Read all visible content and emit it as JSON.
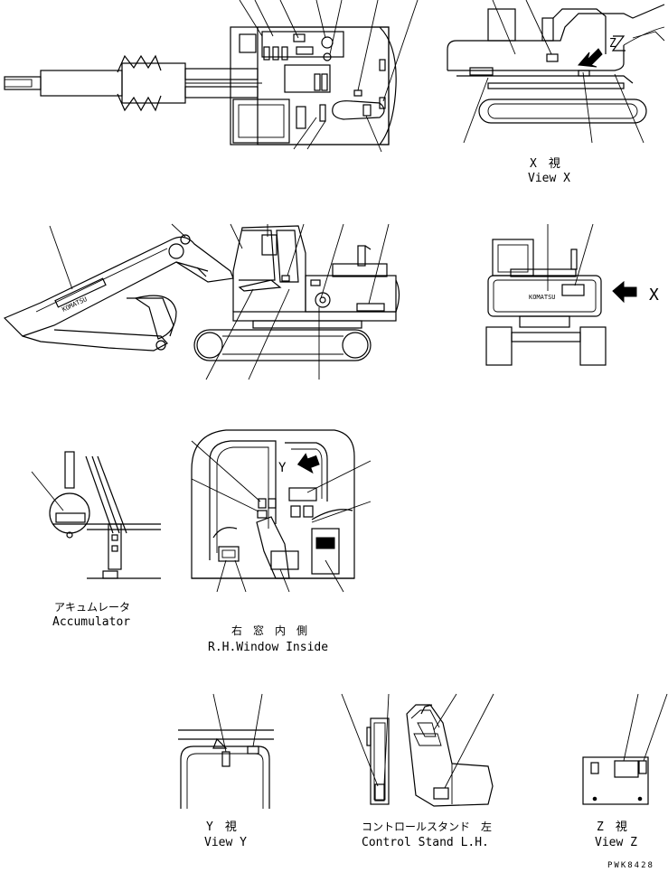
{
  "views": {
    "view_x": {
      "jp": "X　視",
      "en": "View X"
    },
    "arrow_x": {
      "letter": "X"
    },
    "arrow_y": {
      "letter": "Y"
    },
    "arrow_z": {
      "letter": "Z"
    },
    "accumulator": {
      "jp": "アキュムレータ",
      "en": "Accumulator"
    },
    "rh_window": {
      "jp": "右　窓　内　側",
      "en": "R.H.Window Inside"
    },
    "view_y": {
      "jp": "Y　視",
      "en": "View Y"
    },
    "control_stand": {
      "jp": "コントロールスタンド　左",
      "en": "Control Stand L.H."
    },
    "view_z": {
      "jp": "Z　視",
      "en": "View Z"
    }
  },
  "brand": {
    "boom_text": "KOMATSU",
    "counterweight_text": "KOMATSU"
  },
  "drawing_code": "PWK8428",
  "colors": {
    "line": "#000000",
    "background": "#ffffff"
  }
}
